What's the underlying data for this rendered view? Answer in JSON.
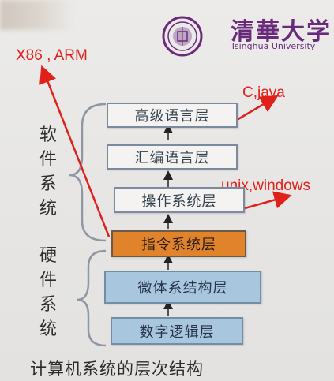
{
  "logo": {
    "name_cn": "清華大学",
    "name_en": "Tsinghua University"
  },
  "annotations": {
    "isa_examples": "X86 , ARM",
    "language_examples": "C,java",
    "os_examples": "unix,windows"
  },
  "groups": {
    "software": "软件系统",
    "hardware": "硬件系统"
  },
  "layers": [
    "高级语言层",
    "汇编语言层",
    "操作系统层",
    "指令系统层",
    "微体系结构层",
    "数字逻辑层"
  ],
  "caption": "计算机系统的层次结构",
  "colors": {
    "annotation_red": "#e0201a",
    "isa_layer_orange": "#e0832a",
    "hardware_layer_blue": "#a9c6df",
    "logo_purple": "#6a2a7c"
  }
}
